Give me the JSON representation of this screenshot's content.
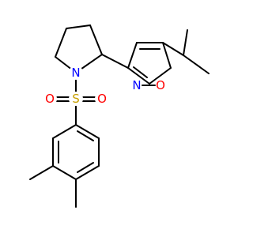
{
  "molecule": {
    "atoms": [
      {
        "id": "N1",
        "label": "N",
        "color": "#0000FF"
      },
      {
        "id": "S1",
        "label": "S",
        "color": "#C8A000"
      },
      {
        "id": "O1",
        "label": "O",
        "color": "#FF0000"
      },
      {
        "id": "O2",
        "label": "O",
        "color": "#FF0000"
      },
      {
        "id": "N2",
        "label": "N",
        "color": "#0000FF"
      },
      {
        "id": "O3",
        "label": "O",
        "color": "#FF0000"
      }
    ]
  }
}
